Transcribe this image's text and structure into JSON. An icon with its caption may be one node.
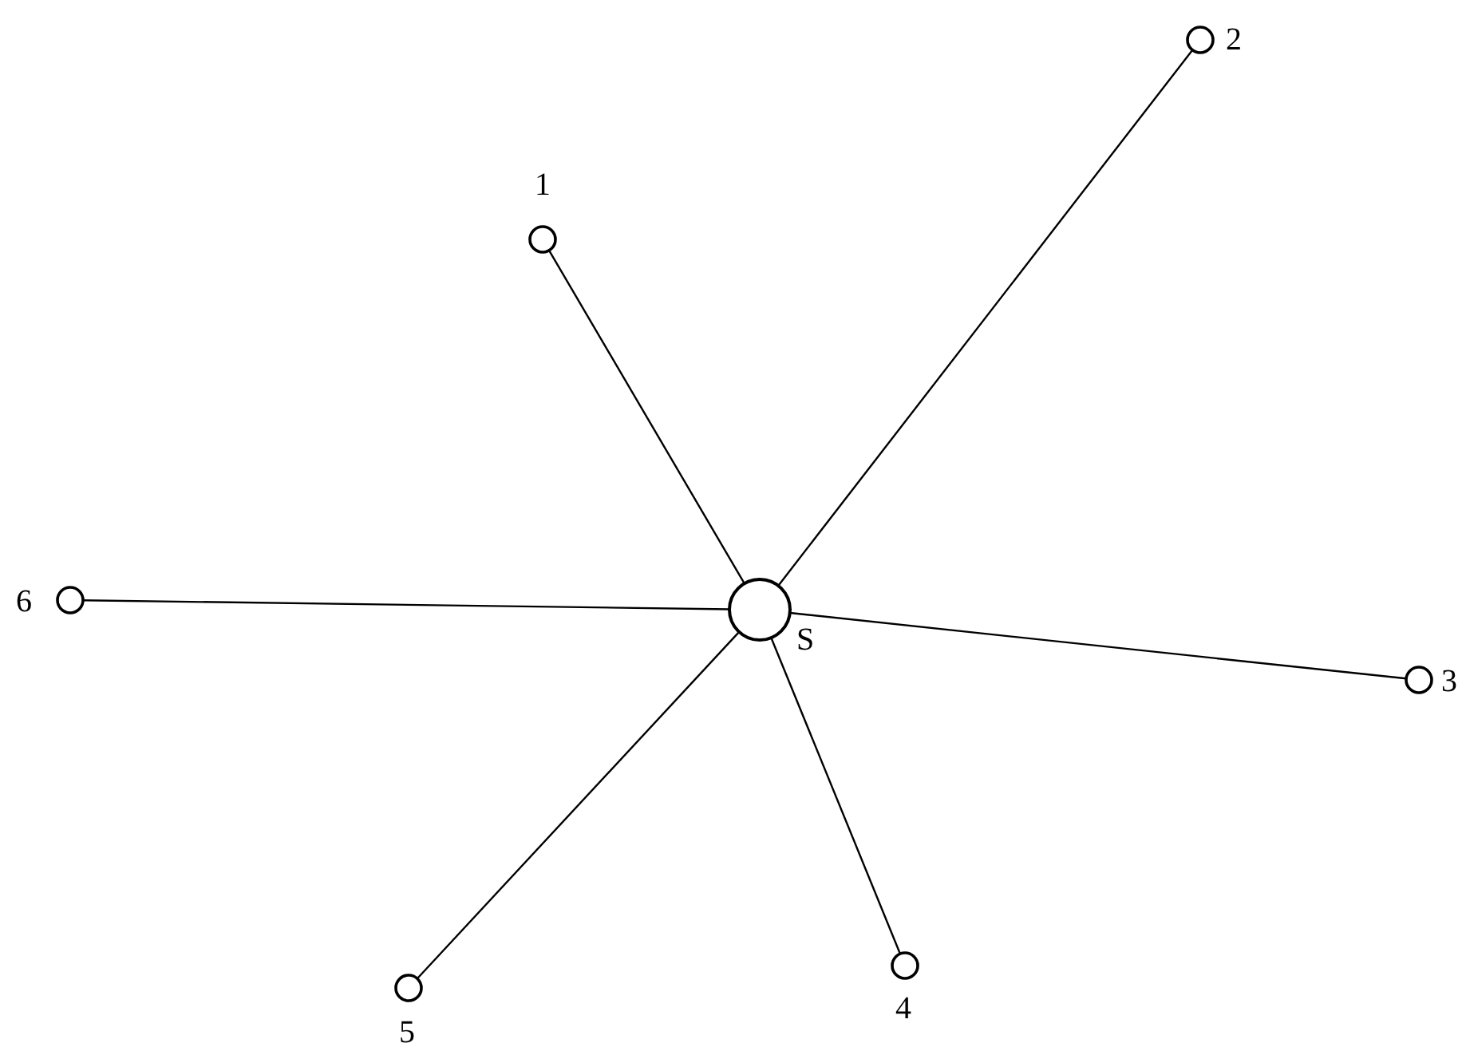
{
  "diagram": {
    "nodes": [
      {
        "text": [],
        "shape": "circle",
        "beside": [
          "2"
        ]
      },
      {
        "text": [],
        "shape": "circle",
        "beside": [
          "1"
        ]
      },
      {
        "text": [],
        "shape": "circle",
        "beside": [
          "6"
        ]
      },
      {
        "text": [],
        "shape": "circle",
        "beside": [
          "S"
        ]
      },
      {
        "text": [],
        "shape": "circle",
        "beside": [
          "3"
        ]
      },
      {
        "text": [],
        "shape": "circle",
        "beside": [
          "4"
        ]
      },
      {
        "text": [],
        "shape": "circle",
        "beside": [
          "5"
        ]
      }
    ],
    "edges": [
      {
        "from": 3,
        "to": 1,
        "arrow": "none"
      },
      {
        "from": 3,
        "to": 0,
        "arrow": "none"
      },
      {
        "from": 3,
        "to": 4,
        "arrow": "none"
      },
      {
        "from": 3,
        "to": 5,
        "arrow": "none"
      },
      {
        "from": 3,
        "to": 6,
        "arrow": "none"
      },
      {
        "from": 3,
        "to": 2,
        "arrow": "none"
      }
    ]
  }
}
